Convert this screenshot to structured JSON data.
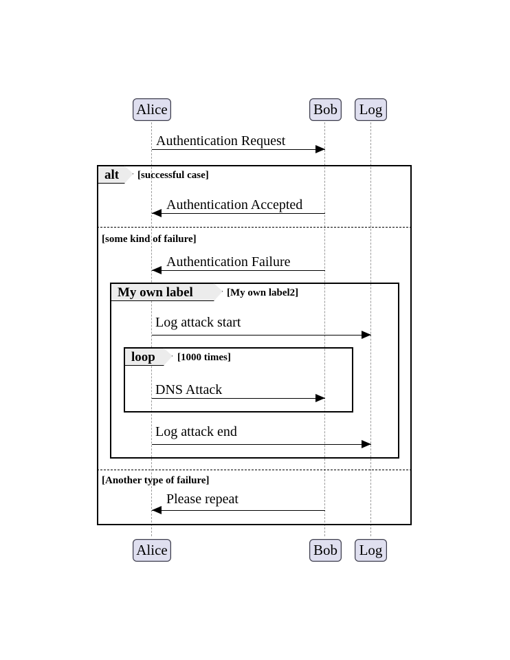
{
  "diagram": {
    "type": "uml-sequence-diagram",
    "background": "#ffffff",
    "participant_fill": "#dfdfef",
    "participant_border": "#3b3b4a",
    "fragment_tab_fill": "#ececec",
    "line_color": "#000000",
    "lifeline_color": "#9a9a9a"
  },
  "participants": [
    {
      "name": "Alice",
      "label": "Alice"
    },
    {
      "name": "Bob",
      "label": "Bob"
    },
    {
      "name": "Log",
      "label": "Log"
    }
  ],
  "fragments": [
    {
      "operator": "alt",
      "condition": "[successful case]"
    },
    {
      "operator": "My own label",
      "condition": "[My own label2]"
    },
    {
      "operator": "loop",
      "condition": "[1000 times]"
    }
  ],
  "dividers": [
    {
      "condition": "[some kind of failure]"
    },
    {
      "condition": "[Another type of failure]"
    }
  ],
  "messages": [
    {
      "label": "Authentication Request",
      "from": "Alice",
      "to": "Bob",
      "direction": "right"
    },
    {
      "label": "Authentication Accepted",
      "from": "Bob",
      "to": "Alice",
      "direction": "left"
    },
    {
      "label": "Authentication Failure",
      "from": "Bob",
      "to": "Alice",
      "direction": "left"
    },
    {
      "label": "Log attack start",
      "from": "Alice",
      "to": "Log",
      "direction": "right"
    },
    {
      "label": "DNS Attack",
      "from": "Alice",
      "to": "Bob",
      "direction": "right"
    },
    {
      "label": "Log attack end",
      "from": "Alice",
      "to": "Log",
      "direction": "right"
    },
    {
      "label": "Please repeat",
      "from": "Bob",
      "to": "Alice",
      "direction": "left"
    }
  ]
}
